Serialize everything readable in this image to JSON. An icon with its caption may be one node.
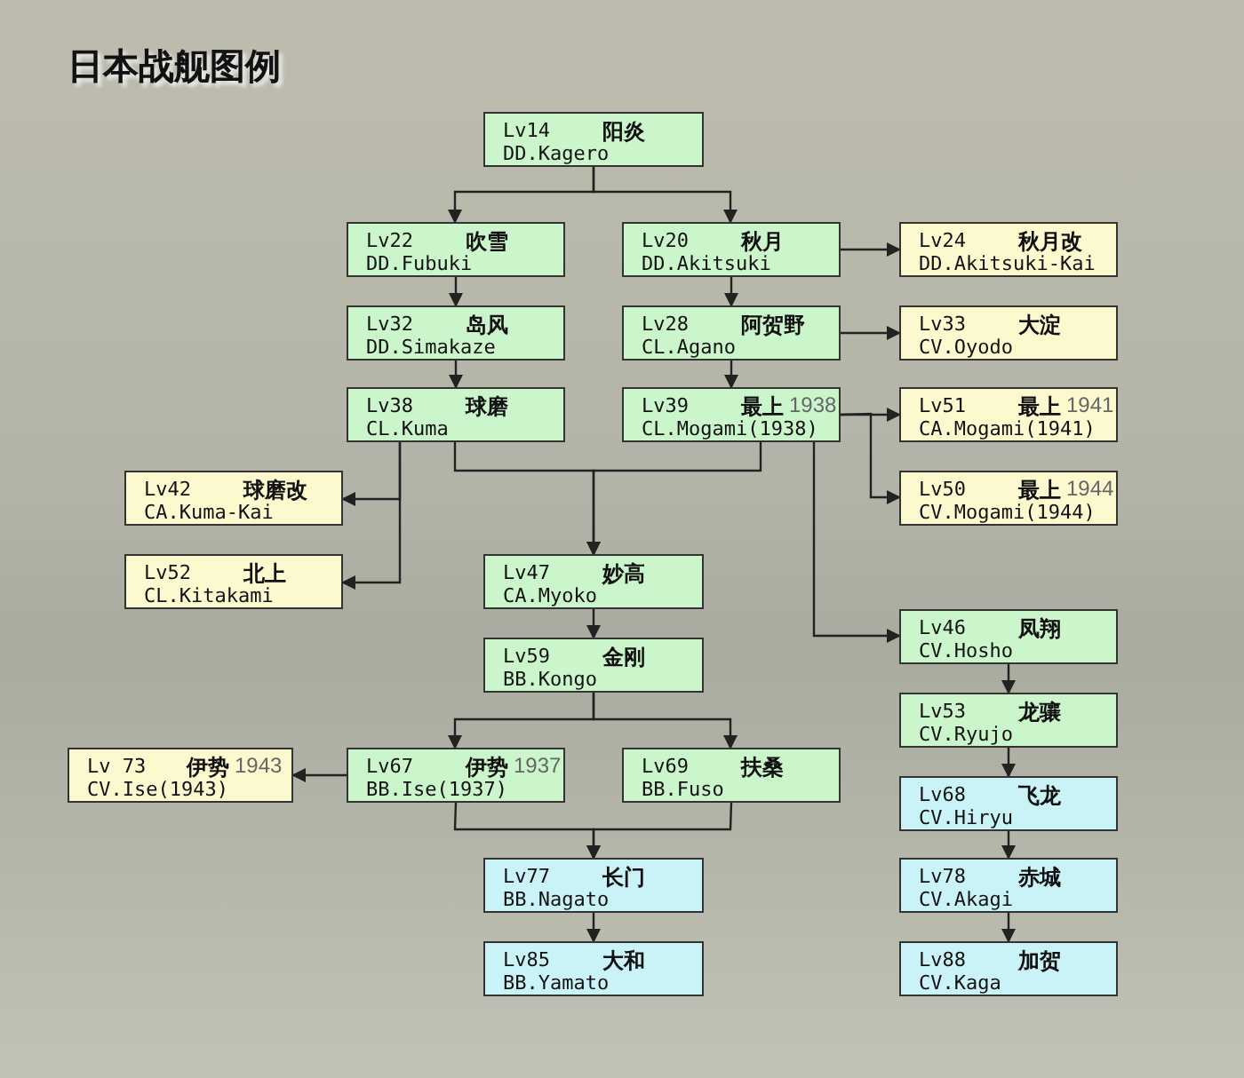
{
  "diagram": {
    "title": "日本战舰图例",
    "nodes": [
      {
        "text": [
          "Lv14",
          "阳炎",
          "DD.Kagero"
        ]
      },
      {
        "text": [
          "Lv22",
          "吹雪",
          "DD.Fubuki"
        ]
      },
      {
        "text": [
          "Lv20",
          "秋月",
          "DD.Akitsuki"
        ]
      },
      {
        "text": [
          "Lv24",
          "秋月改",
          "DD.Akitsuki-Kai"
        ]
      },
      {
        "text": [
          "Lv32",
          "岛风",
          "DD.Simakaze"
        ]
      },
      {
        "text": [
          "Lv28",
          "阿贺野",
          "CL.Agano"
        ]
      },
      {
        "text": [
          "Lv33",
          "大淀",
          "CV.Oyodo"
        ]
      },
      {
        "text": [
          "Lv38",
          "球磨",
          "CL.Kuma"
        ]
      },
      {
        "text": [
          "Lv39",
          "最上",
          "1938",
          "CL.Mogami(1938)"
        ]
      },
      {
        "text": [
          "Lv51",
          "最上",
          "1941",
          "CA.Mogami(1941)"
        ]
      },
      {
        "text": [
          "Lv42",
          "球磨改",
          "CA.Kuma-Kai"
        ]
      },
      {
        "text": [
          "Lv50",
          "最上",
          "1944",
          "CV.Mogami(1944)"
        ]
      },
      {
        "text": [
          "Lv52",
          "北上",
          "CL.Kitakami"
        ]
      },
      {
        "text": [
          "Lv47",
          "妙高",
          "CA.Myoko"
        ]
      },
      {
        "text": [
          "Lv46",
          "凤翔",
          "CV.Hosho"
        ]
      },
      {
        "text": [
          "Lv59",
          "金刚",
          "BB.Kongo"
        ]
      },
      {
        "text": [
          "Lv53",
          "龙骧",
          "CV.Ryujo"
        ]
      },
      {
        "text": [
          "Lv 73",
          "伊势",
          "1943",
          "CV.Ise(1943)"
        ]
      },
      {
        "text": [
          "Lv67",
          "伊势",
          "1937",
          "BB.Ise(1937)"
        ]
      },
      {
        "text": [
          "Lv69",
          "扶桑",
          "BB.Fuso"
        ]
      },
      {
        "text": [
          "Lv68",
          "飞龙",
          "CV.Hiryu"
        ]
      },
      {
        "text": [
          "Lv77",
          "长门",
          "BB.Nagato"
        ]
      },
      {
        "text": [
          "Lv78",
          "赤城",
          "CV.Akagi"
        ]
      },
      {
        "text": [
          "Lv85",
          "大和",
          "BB.Yamato"
        ]
      },
      {
        "text": [
          "Lv88",
          "加贺",
          "CV.Kaga"
        ]
      }
    ],
    "edges": [
      {
        "from": 0,
        "to": 1,
        "arrow": "to"
      },
      {
        "from": 0,
        "to": 2,
        "arrow": "to"
      },
      {
        "from": 2,
        "to": 3,
        "arrow": "to"
      },
      {
        "from": 1,
        "to": 4,
        "arrow": "to"
      },
      {
        "from": 2,
        "to": 5,
        "arrow": "to"
      },
      {
        "from": 5,
        "to": 6,
        "arrow": "to"
      },
      {
        "from": 4,
        "to": 7,
        "arrow": "to"
      },
      {
        "from": 5,
        "to": 8,
        "arrow": "to"
      },
      {
        "from": 8,
        "to": 9,
        "arrow": "to"
      },
      {
        "from": 8,
        "to": 11,
        "arrow": "to"
      },
      {
        "from": 7,
        "to": 10,
        "arrow": "to"
      },
      {
        "from": 7,
        "to": 12,
        "arrow": "to"
      },
      {
        "from": 7,
        "to": 13,
        "arrow": "to"
      },
      {
        "from": 8,
        "to": 13,
        "arrow": "to"
      },
      {
        "from": 8,
        "to": 14,
        "arrow": "to"
      },
      {
        "from": 13,
        "to": 15,
        "arrow": "to"
      },
      {
        "from": 15,
        "to": 18,
        "arrow": "to"
      },
      {
        "from": 15,
        "to": 19,
        "arrow": "to"
      },
      {
        "from": 18,
        "to": 17,
        "arrow": "to"
      },
      {
        "from": 18,
        "to": 21,
        "arrow": "to"
      },
      {
        "from": 19,
        "to": 21,
        "arrow": "to"
      },
      {
        "from": 14,
        "to": 16,
        "arrow": "to"
      },
      {
        "from": 16,
        "to": 20,
        "arrow": "to"
      },
      {
        "from": 20,
        "to": 22,
        "arrow": "to"
      },
      {
        "from": 22,
        "to": 24,
        "arrow": "to"
      },
      {
        "from": 21,
        "to": 23,
        "arrow": "to"
      }
    ]
  }
}
